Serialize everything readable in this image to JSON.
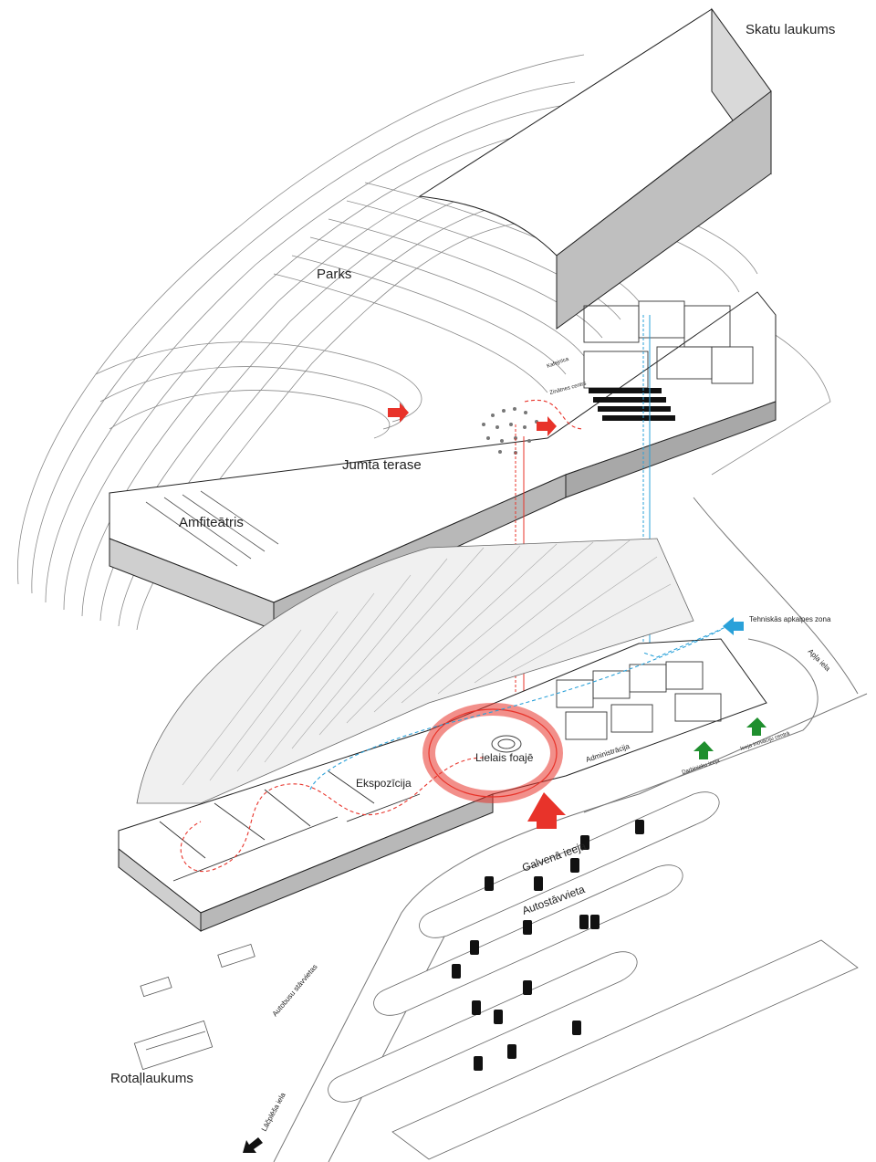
{
  "labels": {
    "skatu_laukums": "Skatu laukums",
    "parks": "Parks",
    "jumta_terase": "Jumta terase",
    "amfiteatris": "Amfiteātris",
    "kafejnica": "Kafejnīca",
    "zinatnes_centrs": "Zinātnes centrs",
    "tehniskas_zona": "Tehniskās apkalpes zona",
    "apla_iela": "Apļa iela",
    "administracija": "Administrācija",
    "ieeja_centra": "Ieeja inovāciju centrā",
    "darbinieku_ieeja": "Darbinieku ieeja",
    "lielais_foaje": "Lielais foajē",
    "ekspozicija": "Ekspozīcija",
    "galvena_ieeja": "Galvenā ieeja",
    "autostavvieta": "Autostāvvieta",
    "autobusu_stavvietas": "Autobusu stāvvietas",
    "rotalaukums": "Rotaļlaukums",
    "lacplesa_iela": "Lāčplēša iela"
  },
  "colors": {
    "circulation_red": "#e8332a",
    "foyer_ring": "#f2a3a0",
    "technical_blue": "#2aa1d9",
    "staff_green": "#1f8f2e",
    "line_dark": "#222222",
    "contour_gray": "#8a8a8a"
  },
  "icons": {
    "red_arrow": "arrow-right-red",
    "blue_arrow": "arrow-left-blue",
    "green_arrow": "arrow-up-green",
    "main_entrance_arrow": "arrow-up-big-red",
    "road_arrow": "arrow-down-left-black",
    "car": "car-top-view"
  }
}
